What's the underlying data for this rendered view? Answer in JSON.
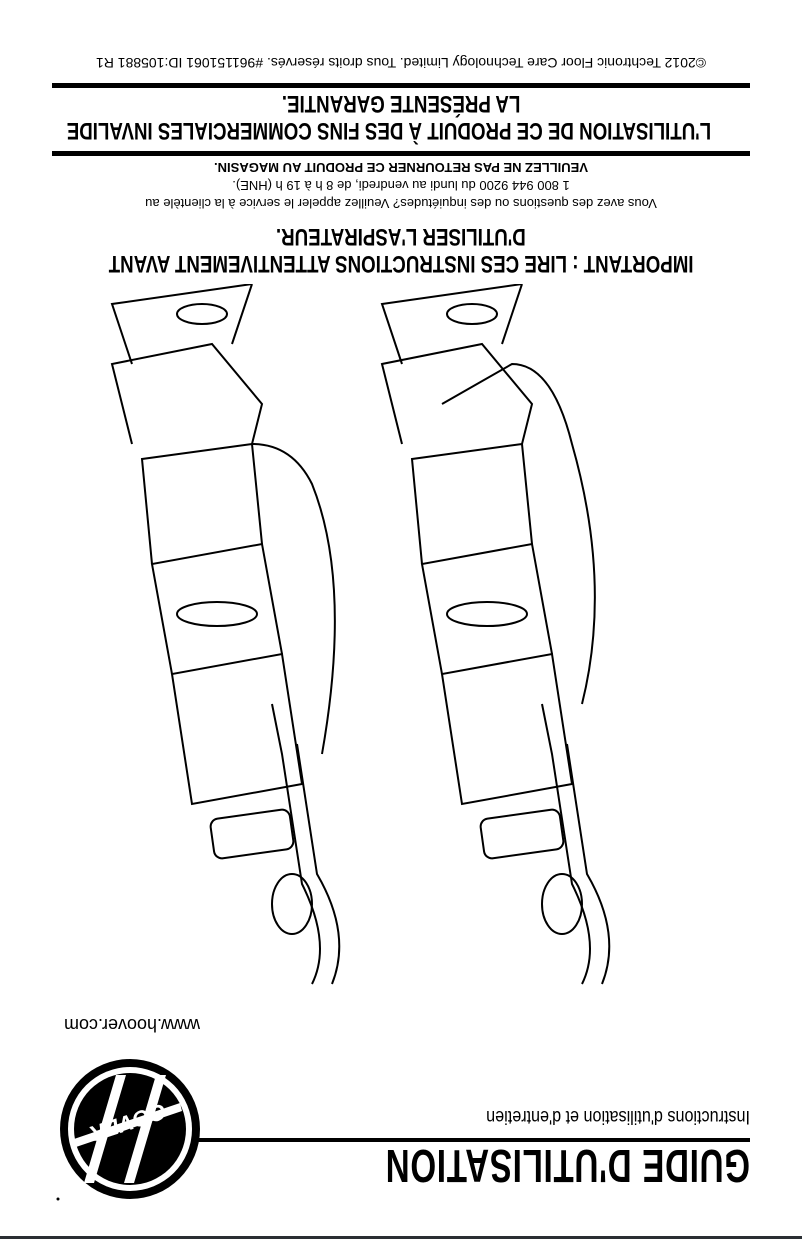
{
  "cover": {
    "title": "GUIDE D'UTILISATION",
    "subtitle": "Instructions d'utilisation et d'entretien",
    "brand_logo": "HOOVER",
    "url": "www.hoover.com",
    "important_line1": "IMPORTANT : LIRE CES INSTRUCTIONS ATTENTIVEMENT AVANT",
    "important_line2": "D'UTILISER L'ASPIRATEUR.",
    "contact_line1": "Vous avez des questions ou des inquiétudes? Veuillez appeler le service à la clientèle au",
    "contact_line2": "1 800 944 9200 du lundi au vendredi, de 8 h à 19 h (HNE).",
    "no_return": "VEUILLEZ NE PAS RETOURNER CE PRODUIT AU MAGASIN.",
    "warranty_line1": "L'UTILISATION DE CE PRODUIT À DES FINS COMMERCIALES INVALIDE",
    "warranty_line2": "LA PRÉSENTE GARANTIE.",
    "copyright": "©2012 Techtronic Floor Care Technology Limited. Tous droits réservés. #961151061 ID:105881 R1"
  },
  "orientation": "rotated-180"
}
